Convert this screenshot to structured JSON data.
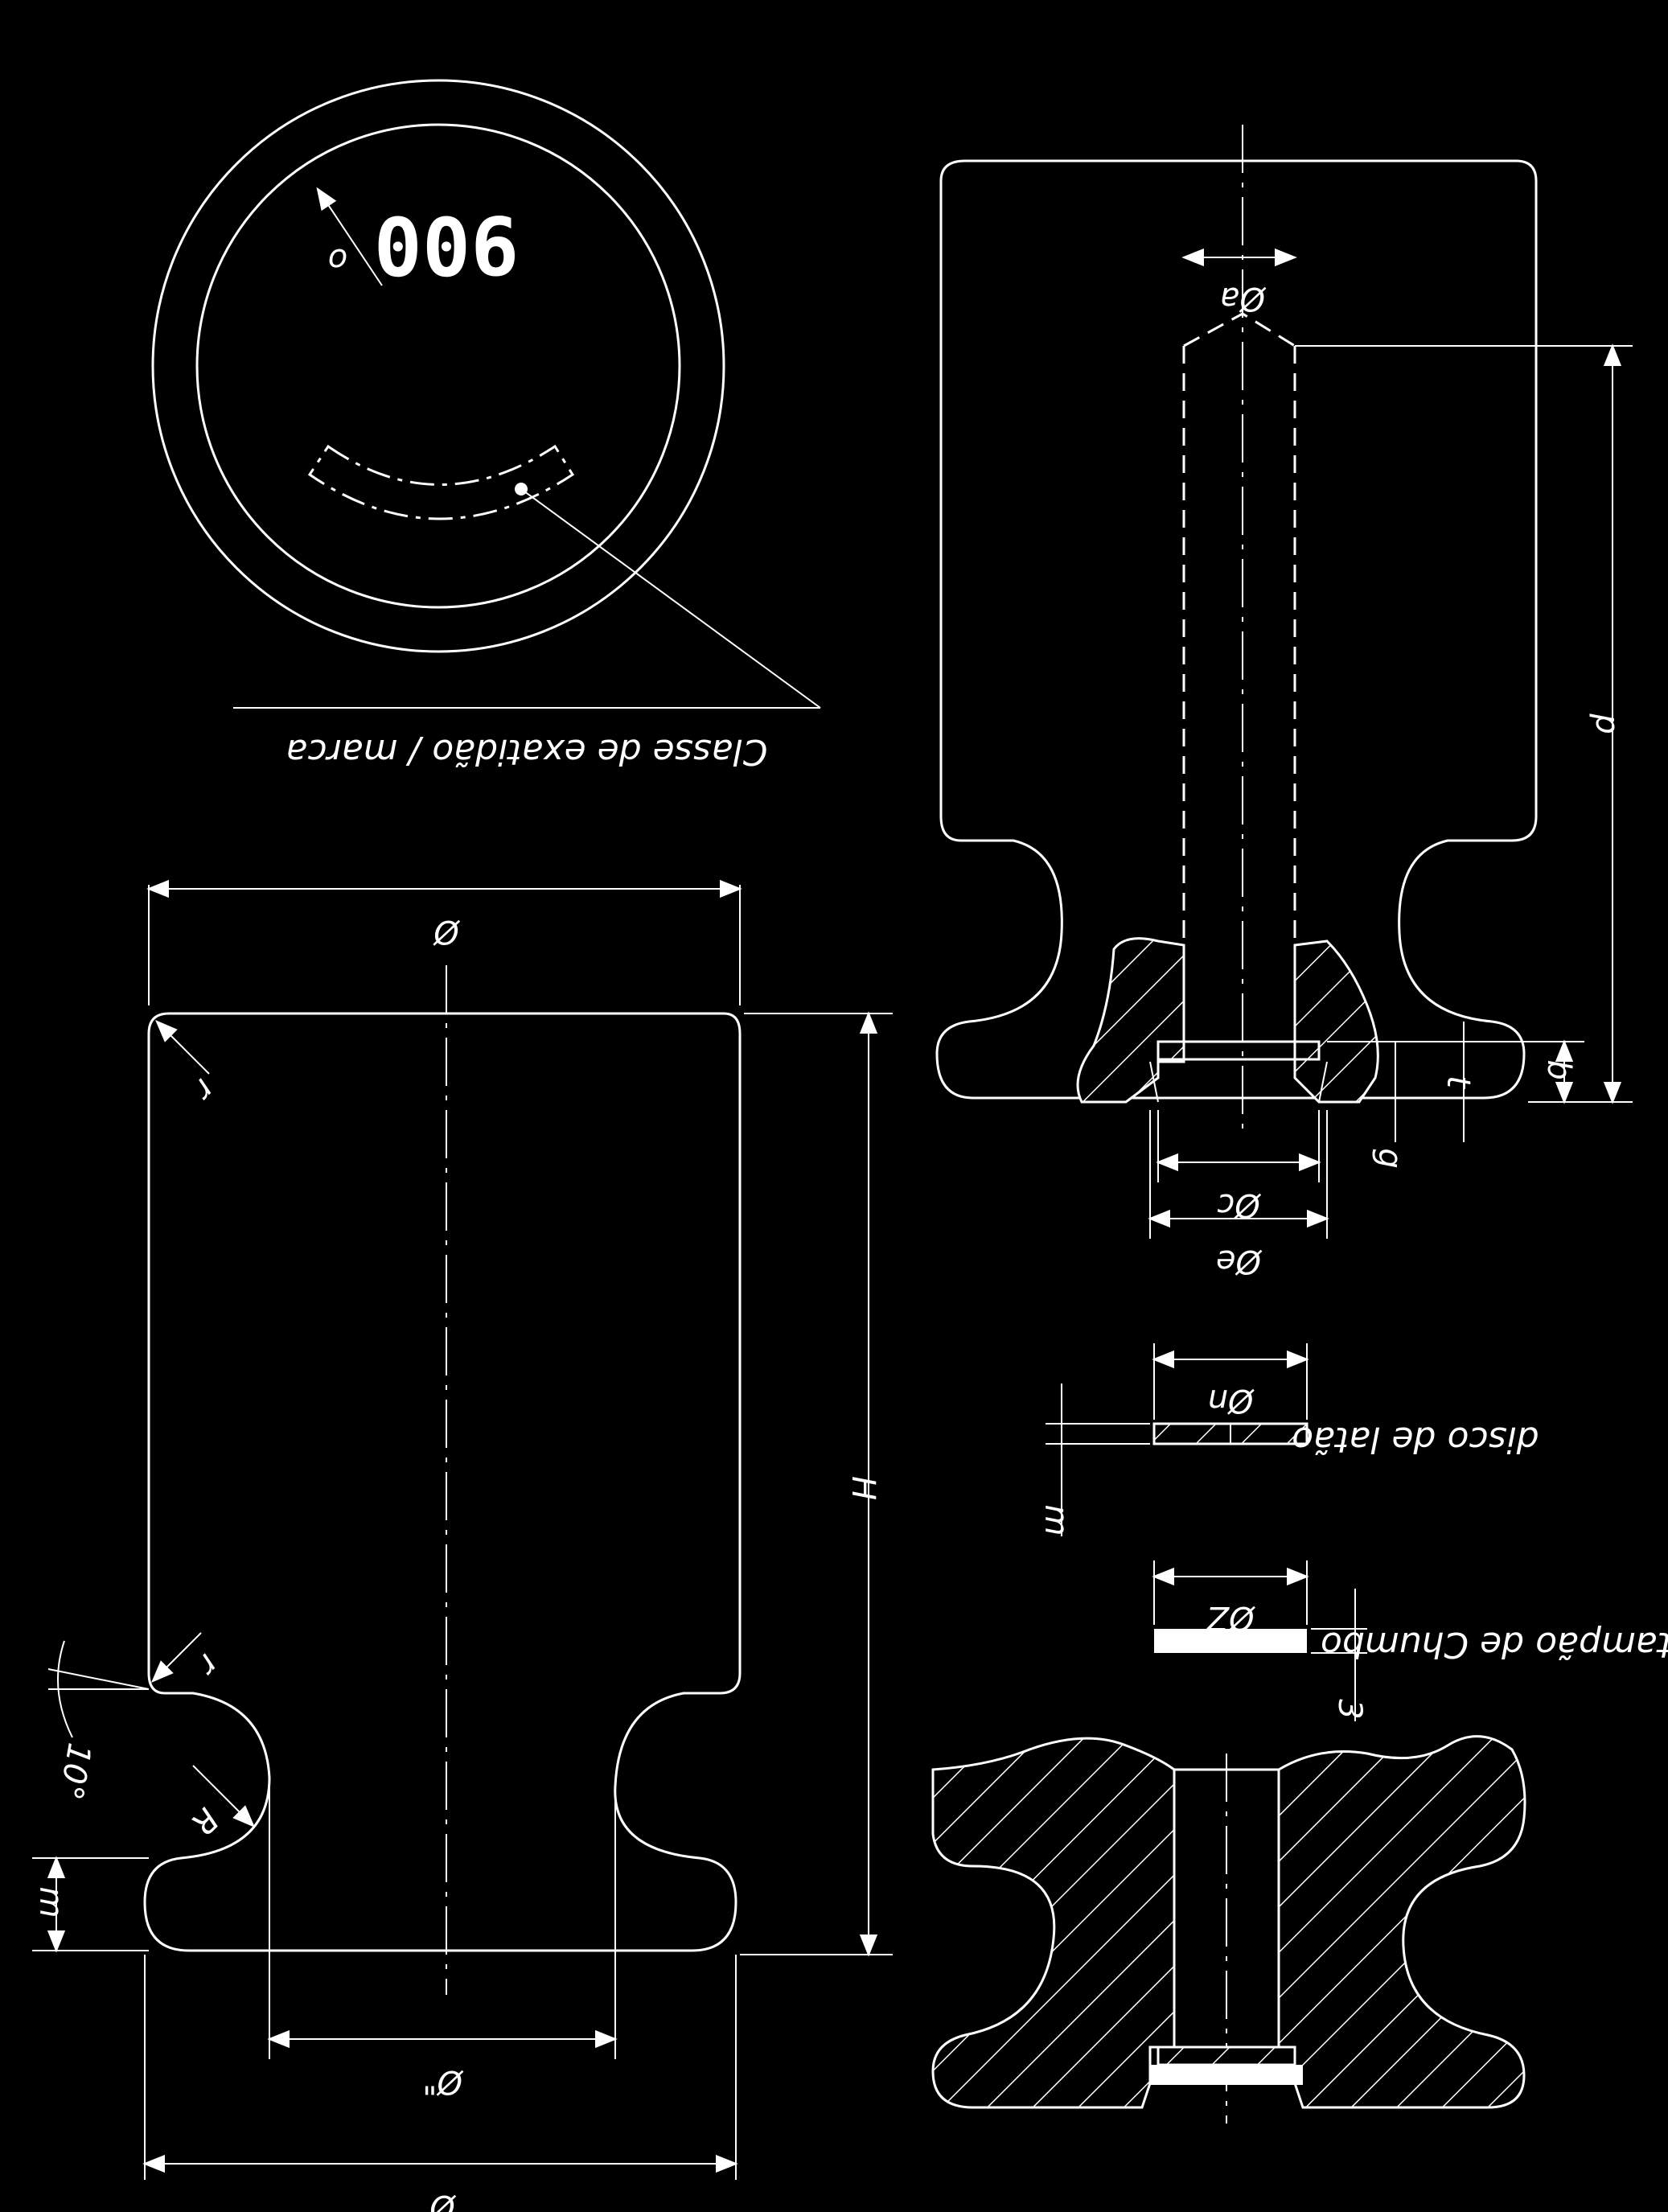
{
  "marking_text": "900",
  "marking_label": "Classe de exatidão / marca",
  "lead_disc_label": "disco de latão",
  "lead_plug_label": "tampão de Chumbo",
  "dims": {
    "o": "o",
    "diam_a": "Øa",
    "p": "p",
    "b": "b",
    "t": "t",
    "g": "g",
    "diam_c": "Øc",
    "diam_e": "Øe",
    "diam_n": "Øn",
    "m_disc": "m",
    "diam_z": "ØZ",
    "plug_3": "3",
    "diam_top": "Ø",
    "r_top": "r",
    "H": "H",
    "r_bottom": "r",
    "angle": "10°",
    "R": "R",
    "m_base": "m",
    "diam_neck": "Ø\"",
    "diam_bottom": "Ø"
  }
}
